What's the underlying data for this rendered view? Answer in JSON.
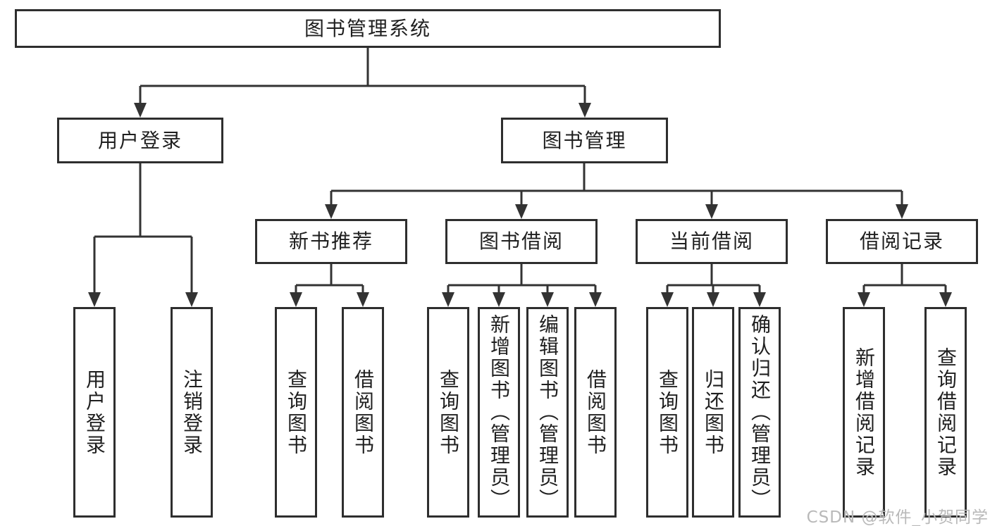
{
  "diagram": {
    "root": {
      "label": "图书管理系统"
    },
    "level2": [
      {
        "label": "用户登录"
      },
      {
        "label": "图书管理"
      }
    ],
    "level3": [
      {
        "label": "新书推荐"
      },
      {
        "label": "图书借阅"
      },
      {
        "label": "当前借阅"
      },
      {
        "label": "借阅记录"
      }
    ],
    "leaves": [
      {
        "label": "用户登录",
        "parent": "用户登录"
      },
      {
        "label": "注销登录",
        "parent": "用户登录"
      },
      {
        "label": "查询图书",
        "parent": "新书推荐"
      },
      {
        "label": "借阅图书",
        "parent": "新书推荐"
      },
      {
        "label": "查询图书",
        "parent": "图书借阅"
      },
      {
        "label": "新增图书（管理员）",
        "parent": "图书借阅"
      },
      {
        "label": "编辑图书（管理员）",
        "parent": "图书借阅"
      },
      {
        "label": "借阅图书",
        "parent": "图书借阅"
      },
      {
        "label": "查询图书",
        "parent": "当前借阅"
      },
      {
        "label": "归还图书",
        "parent": "当前借阅"
      },
      {
        "label": "确认归还（管理员）",
        "parent": "当前借阅"
      },
      {
        "label": "新增借阅记录",
        "parent": "借阅记录"
      },
      {
        "label": "查询借阅记录",
        "parent": "借阅记录"
      }
    ]
  },
  "watermark": "CSDN @软件_小贺同学",
  "colors": {
    "line": "#333333",
    "border": "#2e2e2e",
    "text": "#1f1f1f",
    "watermark": "#b9b9b9",
    "background": "#ffffff"
  }
}
